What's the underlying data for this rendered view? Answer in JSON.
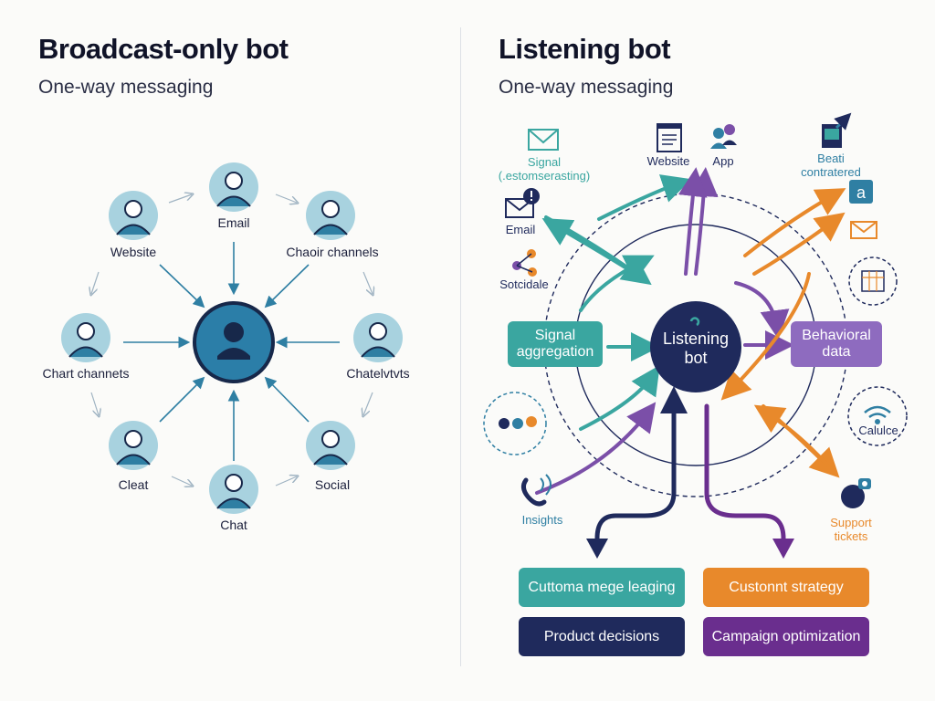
{
  "left": {
    "title": "Broadcast-only bot",
    "subtitle": "One-way messaging",
    "nodes": {
      "email": "Email",
      "website": "Website",
      "chaoir": "Chaoir channels",
      "chart_channels": "Chart channets",
      "chatelvtts": "Chatelvtvts",
      "cleat": "Cleat",
      "social": "Social",
      "chat": "Chat"
    }
  },
  "right": {
    "title": "Listening bot",
    "subtitle": "One-way messaging",
    "center": {
      "line1": "Listening",
      "line2": "bot"
    },
    "sources": {
      "signal_l1": "Signal",
      "signal_l2": "(.estomserasting)",
      "email": "Email",
      "sotcidale": "Sotcidale",
      "website": "Website",
      "app": "App",
      "beati_l1": "Beati",
      "beati_l2": "contratered",
      "calulce": "Calulce",
      "insights": "Insights",
      "support_l1": "Support",
      "support_l2": "tickets"
    },
    "boxes": {
      "signal_agg_l1": "Signal",
      "signal_agg_l2": "aggregation",
      "behavioral_l1": "Behavioral",
      "behavioral_l2": "data"
    },
    "outputs": [
      {
        "label": "Cuttoma mege leaging",
        "color": "#3aa6a0"
      },
      {
        "label": "Custonnt strategy",
        "color": "#e8892b"
      },
      {
        "label": "Product decisions",
        "color": "#1f2a5c"
      },
      {
        "label": "Campaign optimization",
        "color": "#6a2e8e"
      }
    ],
    "colors": {
      "teal": "#3aa6a0",
      "orange": "#e8892b",
      "navy": "#1f2a5c",
      "purple": "#7b4fa8"
    }
  }
}
